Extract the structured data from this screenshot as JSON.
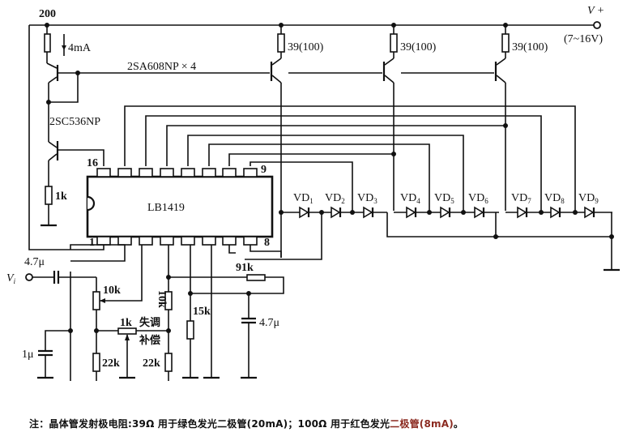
{
  "diagram": {
    "title": "LB1419 LED level indicator circuit",
    "ic": {
      "part": "LB1419",
      "pin_top_right": "9",
      "pin_top_left": "16",
      "pin_bottom_left": "1",
      "pin_bottom_right": "8"
    },
    "supply": {
      "label": "V +",
      "range": "(7~16V)"
    },
    "input": {
      "label": "V",
      "sub": "i"
    },
    "transistors": {
      "pnp_label": "2SA608NP × 4",
      "npn_label": "2SC536NP"
    },
    "labels": {
      "node_200": "200",
      "current_4ma": "4mA",
      "r_emitter_1": "39(100)",
      "r_emitter_2": "39(100)",
      "r_emitter_3": "39(100)",
      "r_1k_ground": "1k",
      "c_input": "4.7μ",
      "r_10k_pot": "10k",
      "r_1k_pot": "1k",
      "offset_comp_1": "失调",
      "offset_comp_2": "补偿",
      "c_1u": "1μ",
      "r_22k_left": "22k",
      "r_22k_right": "22k",
      "r_10k_vertical": "10k",
      "r_15k": "15k",
      "r_91k": "91k",
      "c_4_7u": "4.7μ"
    },
    "leds": [
      {
        "name": "VD",
        "sub": "1"
      },
      {
        "name": "VD",
        "sub": "2"
      },
      {
        "name": "VD",
        "sub": "3"
      },
      {
        "name": "VD",
        "sub": "4"
      },
      {
        "name": "VD",
        "sub": "5"
      },
      {
        "name": "VD",
        "sub": "6"
      },
      {
        "name": "VD",
        "sub": "7"
      },
      {
        "name": "VD",
        "sub": "8"
      },
      {
        "name": "VD",
        "sub": "9"
      }
    ]
  },
  "note": {
    "main": "注：晶体管发射极电阻:39Ω 用于绿色发光二极管(20mA)；100Ω 用于红色发光",
    "tail": "二极管(8mA)",
    "end": "。"
  }
}
